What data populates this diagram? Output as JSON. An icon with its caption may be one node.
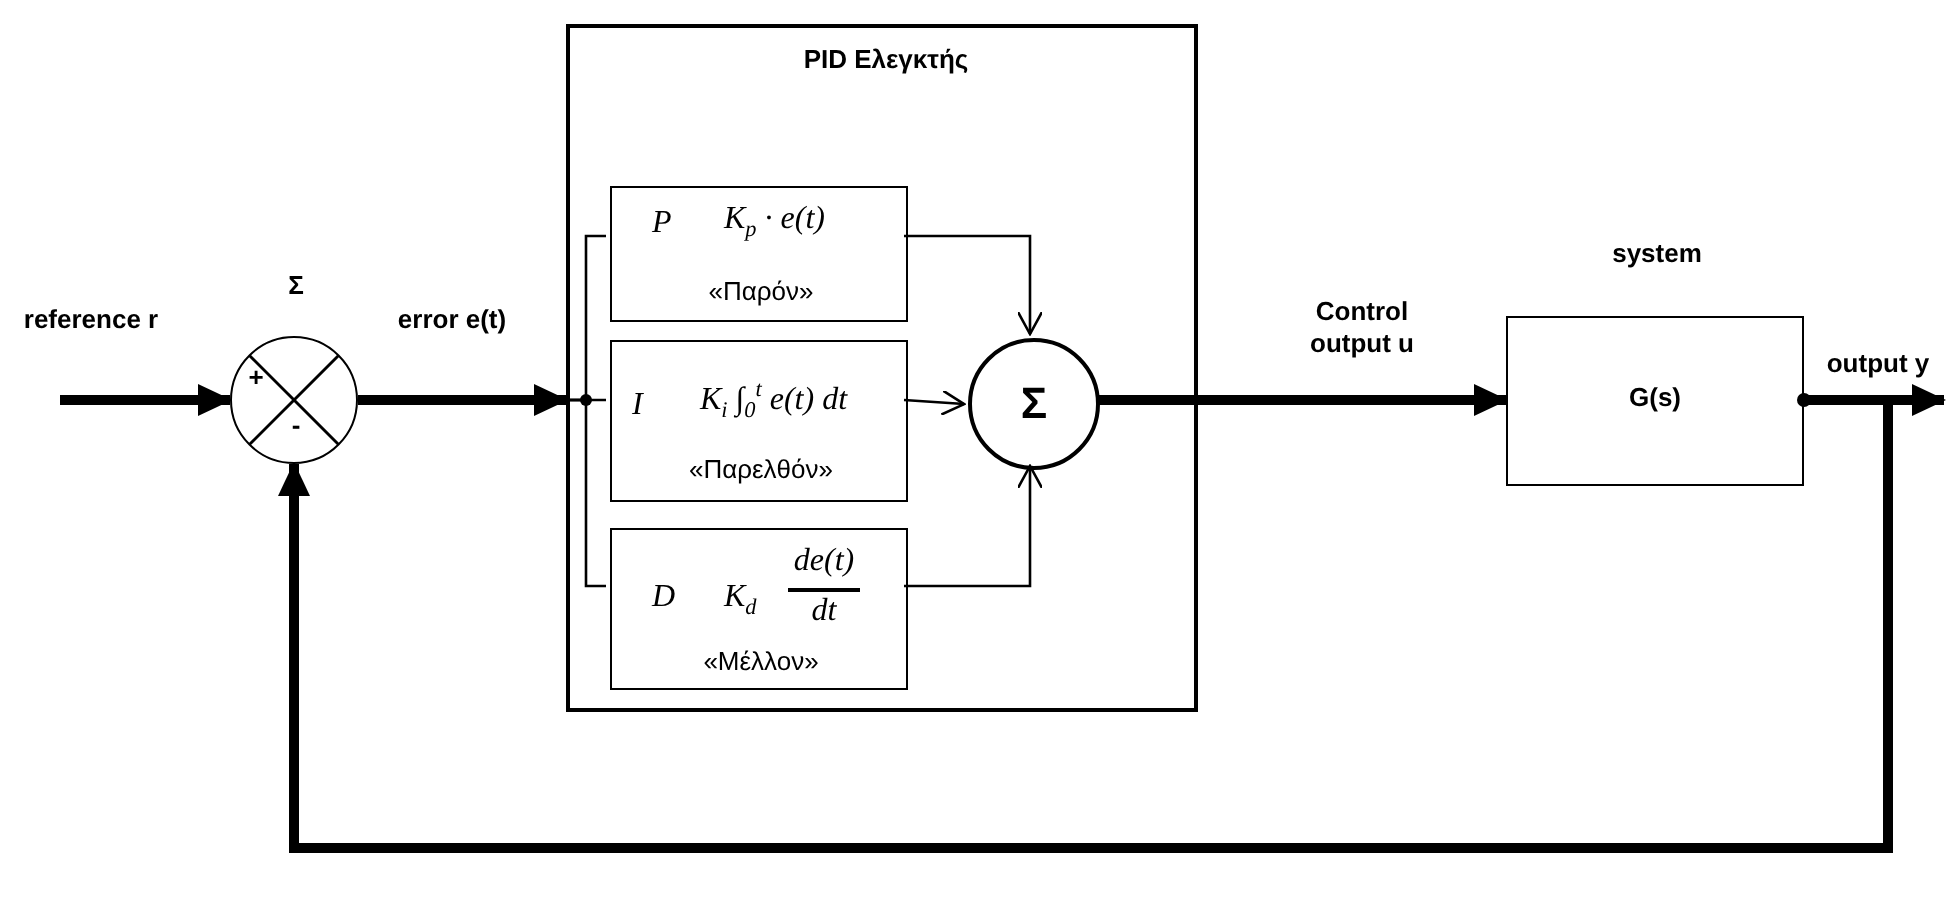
{
  "diagram": {
    "nodes": [
      {
        "text": [
          "Σ",
          "+",
          "-"
        ]
      },
      {
        "text": [
          "PID Ελεγκτής"
        ]
      },
      {
        "text": [
          "P",
          "K$_{p}$ · e(t)",
          "«Παρόν»"
        ],
        "in": 1
      },
      {
        "text": [
          "I",
          "K$_{i}$ ∫$_{0}$$^{t}$ e(t) dt",
          "«Παρελθόν»"
        ],
        "in": 1
      },
      {
        "text": [
          "D",
          "K$_{d}$",
          "de(t)",
          "dt",
          "«Μέλλον»"
        ],
        "in": 1
      },
      {
        "text": [
          "Σ"
        ],
        "in": 1
      },
      {
        "text": [
          "system",
          "G(s)"
        ]
      }
    ],
    "edges": [
      {
        "from": null,
        "to": 0,
        "arrow": "to",
        "label": "reference r",
        "style": "thick"
      },
      {
        "from": 0,
        "to": 1,
        "arrow": "to",
        "label": "error e(t)",
        "style": "thick"
      },
      {
        "from": 1,
        "to": 2,
        "arrow": "none"
      },
      {
        "from": 1,
        "to": 3,
        "arrow": "none"
      },
      {
        "from": 1,
        "to": 4,
        "arrow": "none"
      },
      {
        "from": 2,
        "to": 5,
        "arrow": "to"
      },
      {
        "from": 3,
        "to": 5,
        "arrow": "to"
      },
      {
        "from": 4,
        "to": 5,
        "arrow": "to"
      },
      {
        "from": 5,
        "to": 6,
        "arrow": "to",
        "label": "Control output u",
        "style": "thick"
      },
      {
        "from": 6,
        "to": null,
        "arrow": "to",
        "label": "output y",
        "style": "thick"
      },
      {
        "from": 6,
        "to": 0,
        "arrow": "to",
        "style": "thick"
      }
    ]
  }
}
